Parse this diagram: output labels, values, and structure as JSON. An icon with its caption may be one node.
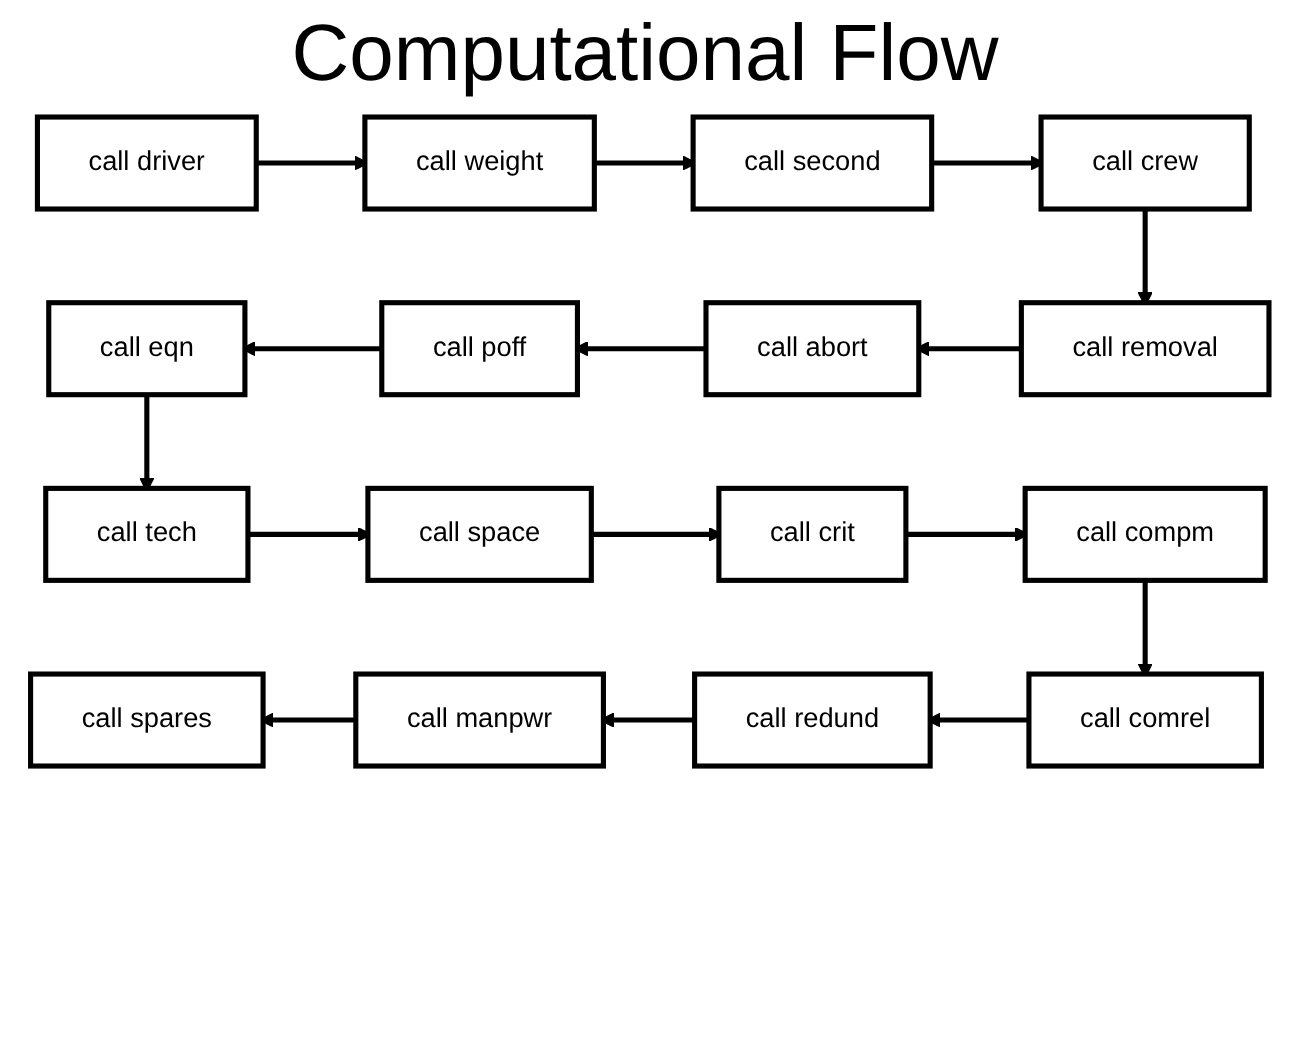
{
  "diagram": {
    "title": "Computational Flow",
    "nodes": [
      {
        "text": [
          "call driver"
        ]
      },
      {
        "text": [
          "call weight"
        ]
      },
      {
        "text": [
          "call second"
        ]
      },
      {
        "text": [
          "call crew"
        ]
      },
      {
        "text": [
          "call removal"
        ]
      },
      {
        "text": [
          "call abort"
        ]
      },
      {
        "text": [
          "call poff"
        ]
      },
      {
        "text": [
          "call eqn"
        ]
      },
      {
        "text": [
          "call tech"
        ]
      },
      {
        "text": [
          "call space"
        ]
      },
      {
        "text": [
          "call crit"
        ]
      },
      {
        "text": [
          "call compm"
        ]
      },
      {
        "text": [
          "call comrel"
        ]
      },
      {
        "text": [
          "call redund"
        ]
      },
      {
        "text": [
          "call manpwr"
        ]
      },
      {
        "text": [
          "call spares"
        ]
      }
    ],
    "edges": [
      {
        "from": 0,
        "to": 1,
        "arrow": "to"
      },
      {
        "from": 1,
        "to": 2,
        "arrow": "to"
      },
      {
        "from": 2,
        "to": 3,
        "arrow": "to"
      },
      {
        "from": 3,
        "to": 4,
        "arrow": "to"
      },
      {
        "from": 4,
        "to": 5,
        "arrow": "to"
      },
      {
        "from": 5,
        "to": 6,
        "arrow": "to"
      },
      {
        "from": 6,
        "to": 7,
        "arrow": "to"
      },
      {
        "from": 7,
        "to": 8,
        "arrow": "to"
      },
      {
        "from": 8,
        "to": 9,
        "arrow": "to"
      },
      {
        "from": 9,
        "to": 10,
        "arrow": "to"
      },
      {
        "from": 10,
        "to": 11,
        "arrow": "to"
      },
      {
        "from": 11,
        "to": 12,
        "arrow": "to"
      },
      {
        "from": 12,
        "to": 13,
        "arrow": "to"
      },
      {
        "from": 13,
        "to": 14,
        "arrow": "to"
      },
      {
        "from": 14,
        "to": 15,
        "arrow": "to"
      }
    ]
  }
}
